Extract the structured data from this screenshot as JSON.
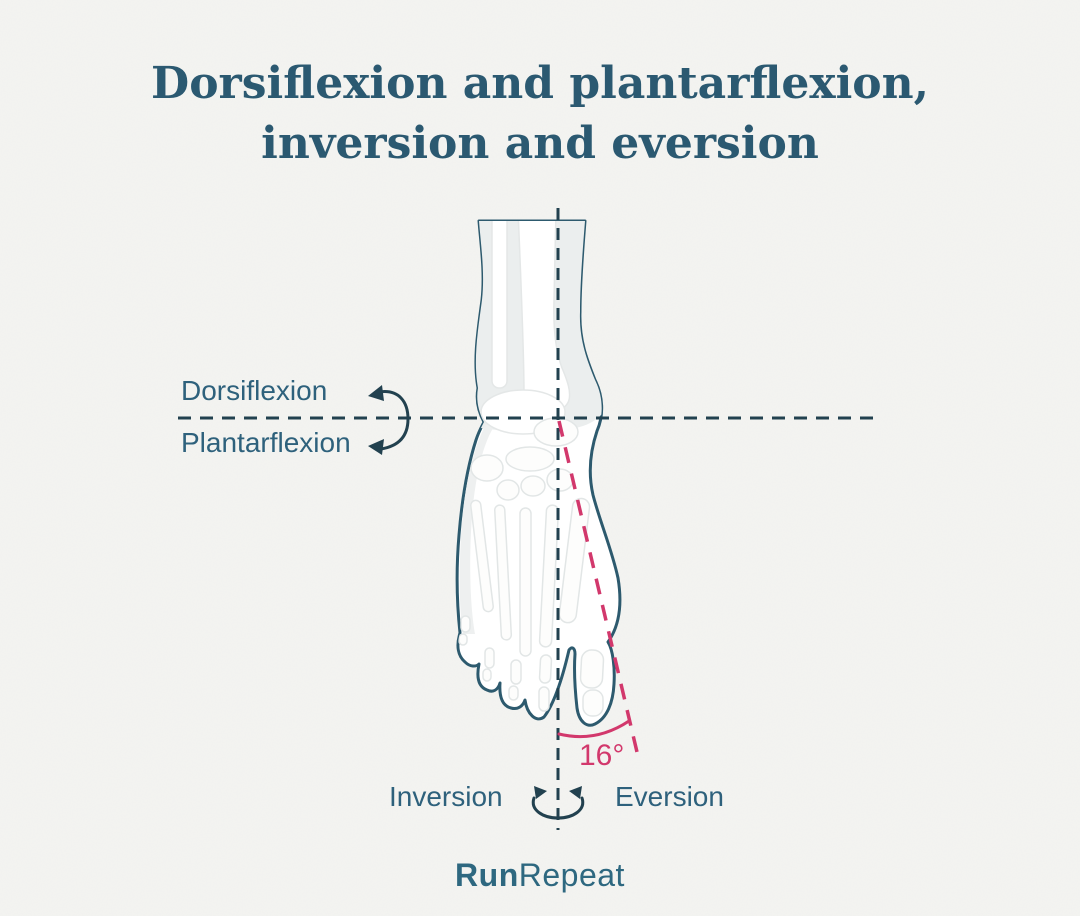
{
  "title": {
    "line1": "Dorsiflexion and plantarflexion,",
    "line2": "inversion and eversion"
  },
  "axis_labels": {
    "dorsiflexion": "Dorsiflexion",
    "plantarflexion": "Plantarflexion",
    "inversion": "Inversion",
    "eversion": "Eversion"
  },
  "angle": {
    "value": "16°"
  },
  "logo": {
    "bold": "Run",
    "regular": "Repeat"
  },
  "colors": {
    "background": "#f4f4f1",
    "title_text": "#2b5971",
    "label_text": "#2e617c",
    "axis_line": "#22414f",
    "foot_outline": "#2d5a6e",
    "accent_pink": "#d2386c",
    "bone_line": "#e2e6e6",
    "bone_shade": "#ebeeee",
    "logo_text": "#2e6880"
  }
}
